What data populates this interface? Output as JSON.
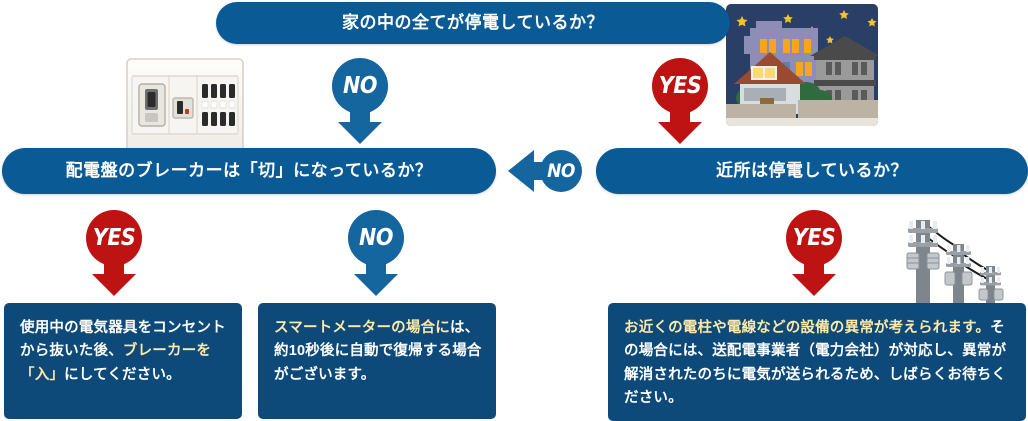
{
  "diagram": {
    "title": "停電時の確認フローチャート",
    "palette": {
      "pill_blue": "#0a5a96",
      "answer_navy": "#0d4a7a",
      "marker_blue": "#15659f",
      "marker_red": "#bd1313",
      "highlight_yellow": "#ffe9a8",
      "text_white": "#ffffff"
    },
    "questions": [
      {
        "id": "root",
        "text": "家の中の全てが停電しているか？"
      },
      {
        "id": "breaker",
        "text": "配電盤のブレーカーは「切」になっているか？"
      },
      {
        "id": "neighbor",
        "text": "近所は停電しているか？"
      }
    ],
    "markers": [
      {
        "id": "no-top",
        "label": "NO",
        "color": "#15659f",
        "direction": "down"
      },
      {
        "id": "yes-top",
        "label": "YES",
        "color": "#bd1313",
        "direction": "down"
      },
      {
        "id": "no-h",
        "label": "NO",
        "color": "#15659f",
        "direction": "left"
      },
      {
        "id": "yes-left",
        "label": "YES",
        "color": "#bd1313",
        "direction": "down"
      },
      {
        "id": "no-mid",
        "label": "NO",
        "color": "#15659f",
        "direction": "down"
      },
      {
        "id": "yes-right",
        "label": "YES",
        "color": "#bd1313",
        "direction": "down"
      }
    ],
    "answers": [
      {
        "id": "unplug",
        "lines": [
          {
            "text": "使用中の電気器具をコンセ",
            "highlight": false
          },
          {
            "text": "ントから抜いた後、",
            "highlight": false
          },
          {
            "text": "ブレーカ",
            "highlight": true
          },
          {
            "text": "ーを「入」",
            "highlight": true
          },
          {
            "text": "にしてください。",
            "highlight": false
          }
        ],
        "plain": "使用中の電気器具をコンセントから抜いた後、ブレーカーを「入」にしてください。"
      },
      {
        "id": "smart-meter",
        "lines": [
          {
            "text": "スマートメーターの場合に",
            "highlight": true
          },
          {
            "text": "は、約10秒後に自動で復帰",
            "highlight": false
          },
          {
            "text": "する場合がございます。",
            "highlight": false
          }
        ],
        "plain": "スマートメーターの場合には、約10秒後に自動で復帰する場合がございます。"
      },
      {
        "id": "utility-pole",
        "lines": [
          {
            "text": "お近くの電柱や電線などの設備の異常が考えられます。",
            "highlight": true
          },
          {
            "text": "その場合には、送配電事業者（電力会社）が対応し、異",
            "highlight": false
          },
          {
            "text": "常が解消されたのちに電気が送られるため、しばらくお",
            "highlight": false
          },
          {
            "text": "待ちください。",
            "highlight": false
          }
        ],
        "plain": "お近くの電柱や電線などの設備の異常が考えられます。その場合には、送配電事業者（電力会社）が対応し、異常が解消されたのちに電気が送られるため、しばらくお待ちください。"
      }
    ],
    "illustrations": [
      {
        "id": "distribution-board",
        "alt": "配電盤（ブレーカー）のイラスト"
      },
      {
        "id": "night-houses",
        "alt": "夜の住宅街のイラスト"
      },
      {
        "id": "utility-poles",
        "alt": "電柱と電線のイラスト"
      }
    ]
  }
}
